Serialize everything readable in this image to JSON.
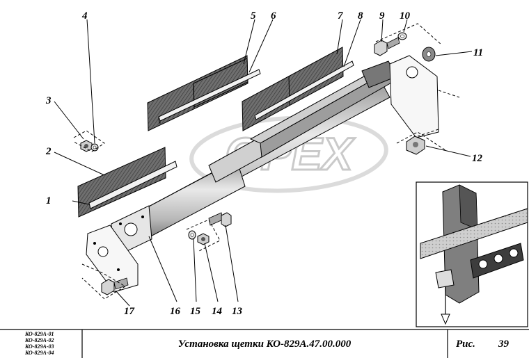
{
  "callouts": [
    "1",
    "2",
    "3",
    "4",
    "5",
    "6",
    "7",
    "8",
    "9",
    "10",
    "11",
    "12",
    "13",
    "14",
    "15",
    "16",
    "17"
  ],
  "watermark": "OPEX",
  "title_block": {
    "variants": [
      "КО-829А-01",
      "КО-829А-02",
      "КО-829А-03",
      "КО-829А-04"
    ],
    "caption": "Установка щетки КО-829А.47.00.000",
    "figure_label": "Рис.",
    "figure_number": "39"
  }
}
